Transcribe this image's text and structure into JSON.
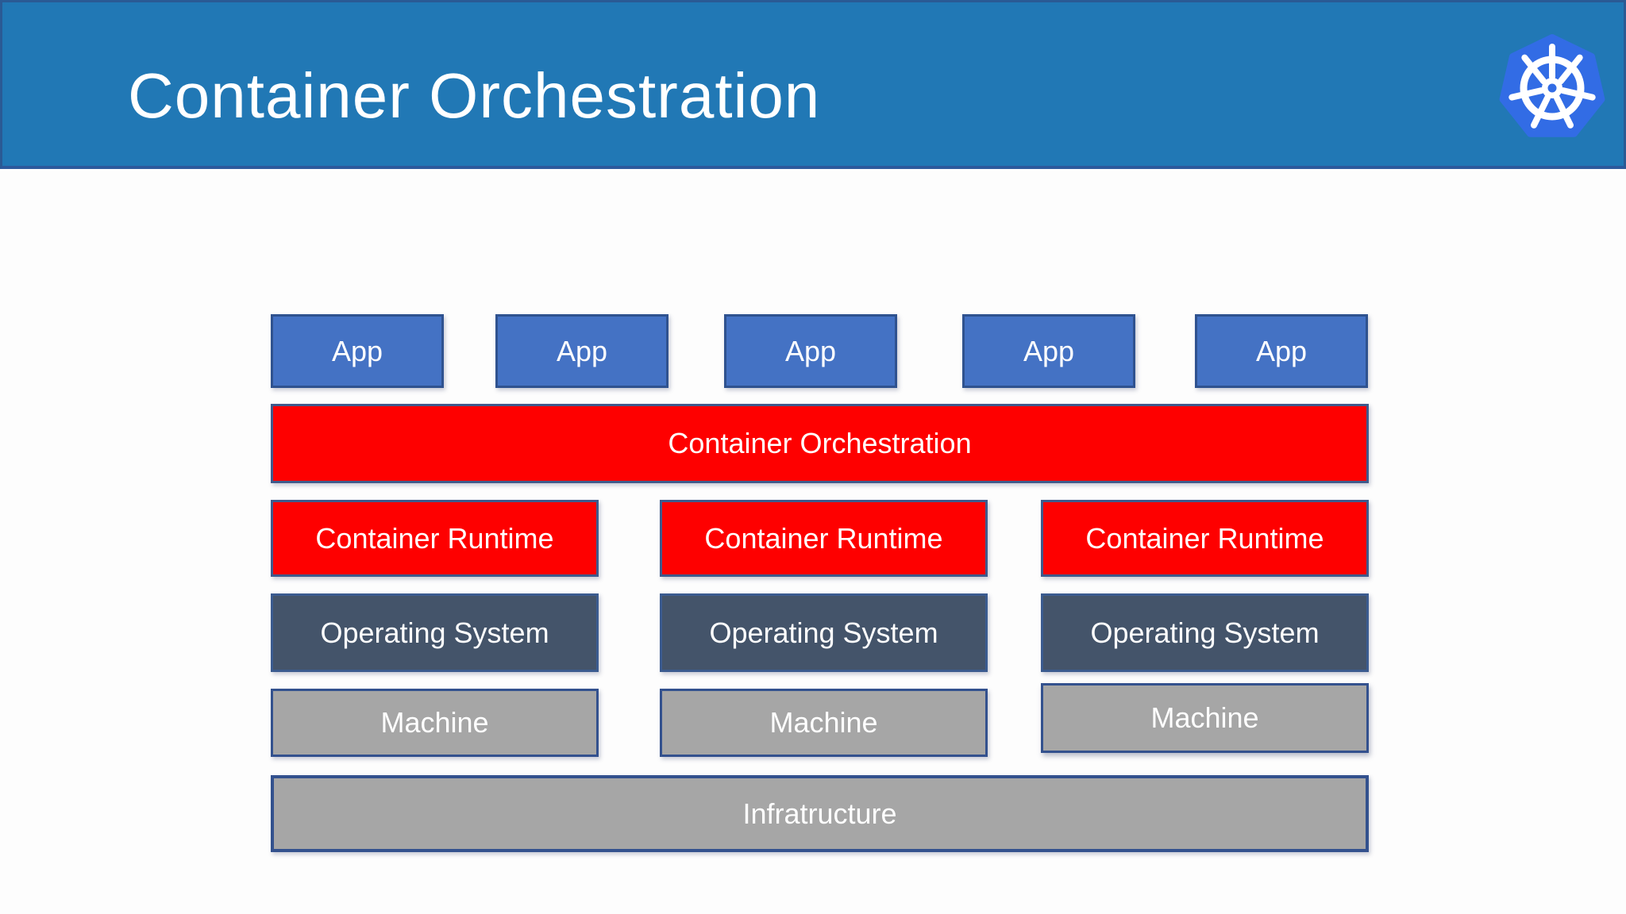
{
  "header": {
    "title": "Container Orchestration",
    "logo": "kubernetes-helm-wheel"
  },
  "diagram": {
    "apps": [
      "App",
      "App",
      "App",
      "App",
      "App"
    ],
    "orchestration_label": "Container Orchestration",
    "runtimes": [
      "Container Runtime",
      "Container Runtime",
      "Container Runtime"
    ],
    "operating_systems": [
      "Operating System",
      "Operating System",
      "Operating System"
    ],
    "machines": [
      "Machine",
      "Machine",
      "Machine"
    ],
    "infrastructure_label": "Infratructure"
  },
  "colors": {
    "header_bg": "#2178b5",
    "header_border": "#2d5a9c",
    "kubernetes_blue": "#326ce5",
    "app_fill": "#4472c4",
    "app_border": "#2f528f",
    "layer_red": "#fe0000",
    "red_border": "#3f5a8c",
    "os_fill": "#44546a",
    "os_border": "#3b5b8f",
    "machine_fill": "#a6a6a6",
    "machine_border": "#33518e",
    "text": "#ffffff"
  }
}
